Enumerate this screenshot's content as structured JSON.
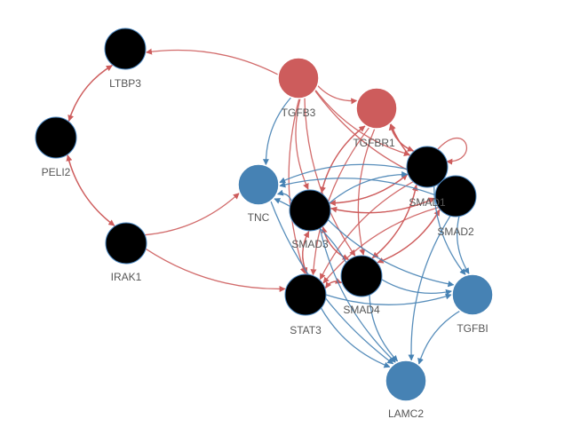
{
  "colors": {
    "red": "#cd5c5c",
    "blue": "#4682b4",
    "black": "#000000",
    "node_stroke": "#4a86c0",
    "label": "#555555",
    "background": "#ffffff"
  },
  "nodes": [
    {
      "id": "LTBP3",
      "label": "LTBP3",
      "color": "black"
    },
    {
      "id": "PELI2",
      "label": "PELI2",
      "color": "black"
    },
    {
      "id": "IRAK1",
      "label": "IRAK1",
      "color": "black"
    },
    {
      "id": "TGFB3",
      "label": "TGFB3",
      "color": "red"
    },
    {
      "id": "TGFBR1",
      "label": "TGFBR1",
      "color": "red"
    },
    {
      "id": "TNC",
      "label": "TNC",
      "color": "blue"
    },
    {
      "id": "SMAD3",
      "label": "SMAD3",
      "color": "black"
    },
    {
      "id": "SMAD1",
      "label": "SMAD1",
      "color": "black"
    },
    {
      "id": "SMAD2",
      "label": "SMAD2",
      "color": "black"
    },
    {
      "id": "SMAD4",
      "label": "SMAD4",
      "color": "black"
    },
    {
      "id": "STAT3",
      "label": "STAT3",
      "color": "black"
    },
    {
      "id": "TGFBI",
      "label": "TGFBI",
      "color": "blue"
    },
    {
      "id": "LAMC2",
      "label": "LAMC2",
      "color": "blue"
    }
  ],
  "edges": [
    {
      "source": "TGFB3",
      "target": "LTBP3",
      "color": "red"
    },
    {
      "source": "LTBP3",
      "target": "PELI2",
      "color": "red"
    },
    {
      "source": "PELI2",
      "target": "LTBP3",
      "color": "red"
    },
    {
      "source": "PELI2",
      "target": "IRAK1",
      "color": "red"
    },
    {
      "source": "IRAK1",
      "target": "PELI2",
      "color": "red"
    },
    {
      "source": "IRAK1",
      "target": "STAT3",
      "color": "red"
    },
    {
      "source": "IRAK1",
      "target": "TNC",
      "color": "red"
    },
    {
      "source": "TGFB3",
      "target": "TGFBR1",
      "color": "red"
    },
    {
      "source": "TGFB3",
      "target": "SMAD1",
      "color": "red"
    },
    {
      "source": "TGFB3",
      "target": "SMAD2",
      "color": "red"
    },
    {
      "source": "TGFB3",
      "target": "SMAD3",
      "color": "red"
    },
    {
      "source": "TGFB3",
      "target": "SMAD4",
      "color": "red"
    },
    {
      "source": "TGFB3",
      "target": "STAT3",
      "color": "red"
    },
    {
      "source": "TGFB3",
      "target": "TNC",
      "color": "blue"
    },
    {
      "source": "TGFBR1",
      "target": "SMAD1",
      "color": "red"
    },
    {
      "source": "TGFBR1",
      "target": "SMAD2",
      "color": "red"
    },
    {
      "source": "TGFBR1",
      "target": "SMAD3",
      "color": "red"
    },
    {
      "source": "TGFBR1",
      "target": "SMAD4",
      "color": "red"
    },
    {
      "source": "TGFBR1",
      "target": "STAT3",
      "color": "red"
    },
    {
      "source": "SMAD3",
      "target": "TGFBR1",
      "color": "red"
    },
    {
      "source": "SMAD1",
      "target": "TGFBR1",
      "color": "red"
    },
    {
      "source": "SMAD2",
      "target": "TGFBR1",
      "color": "red"
    },
    {
      "source": "SMAD3",
      "target": "SMAD1",
      "color": "red"
    },
    {
      "source": "SMAD1",
      "target": "SMAD3",
      "color": "red"
    },
    {
      "source": "SMAD3",
      "target": "SMAD2",
      "color": "red"
    },
    {
      "source": "SMAD2",
      "target": "SMAD3",
      "color": "red"
    },
    {
      "source": "SMAD1",
      "target": "SMAD2",
      "color": "red"
    },
    {
      "source": "SMAD2",
      "target": "SMAD1",
      "color": "red"
    },
    {
      "source": "SMAD3",
      "target": "SMAD4",
      "color": "red"
    },
    {
      "source": "SMAD4",
      "target": "SMAD3",
      "color": "red"
    },
    {
      "source": "SMAD4",
      "target": "SMAD1",
      "color": "red"
    },
    {
      "source": "SMAD1",
      "target": "SMAD4",
      "color": "red"
    },
    {
      "source": "SMAD4",
      "target": "SMAD2",
      "color": "red"
    },
    {
      "source": "SMAD2",
      "target": "SMAD4",
      "color": "red"
    },
    {
      "source": "SMAD3",
      "target": "STAT3",
      "color": "red"
    },
    {
      "source": "STAT3",
      "target": "SMAD3",
      "color": "red"
    },
    {
      "source": "SMAD4",
      "target": "STAT3",
      "color": "red"
    },
    {
      "source": "STAT3",
      "target": "SMAD4",
      "color": "red"
    },
    {
      "source": "SMAD1",
      "target": "STAT3",
      "color": "red"
    },
    {
      "source": "SMAD2",
      "target": "STAT3",
      "color": "red"
    },
    {
      "source": "SMAD1",
      "target": "SMAD1",
      "color": "red",
      "self": true
    },
    {
      "source": "SMAD1",
      "target": "TNC",
      "color": "blue"
    },
    {
      "source": "SMAD2",
      "target": "TNC",
      "color": "blue"
    },
    {
      "source": "SMAD3",
      "target": "TNC",
      "color": "blue"
    },
    {
      "source": "SMAD4",
      "target": "TNC",
      "color": "blue"
    },
    {
      "source": "SMAD1",
      "target": "TGFBI",
      "color": "blue"
    },
    {
      "source": "SMAD2",
      "target": "TGFBI",
      "color": "blue"
    },
    {
      "source": "SMAD3",
      "target": "TGFBI",
      "color": "blue"
    },
    {
      "source": "SMAD4",
      "target": "TGFBI",
      "color": "blue"
    },
    {
      "source": "STAT3",
      "target": "TGFBI",
      "color": "blue"
    },
    {
      "source": "SMAD3",
      "target": "LAMC2",
      "color": "blue"
    },
    {
      "source": "SMAD4",
      "target": "LAMC2",
      "color": "blue"
    },
    {
      "source": "STAT3",
      "target": "LAMC2",
      "color": "blue"
    },
    {
      "source": "TGFBI",
      "target": "LAMC2",
      "color": "blue"
    },
    {
      "source": "SMAD2",
      "target": "LAMC2",
      "color": "blue"
    },
    {
      "source": "TNC",
      "target": "LAMC2",
      "color": "blue"
    },
    {
      "source": "SMAD3",
      "target": "SMAD1",
      "color": "blue"
    }
  ]
}
